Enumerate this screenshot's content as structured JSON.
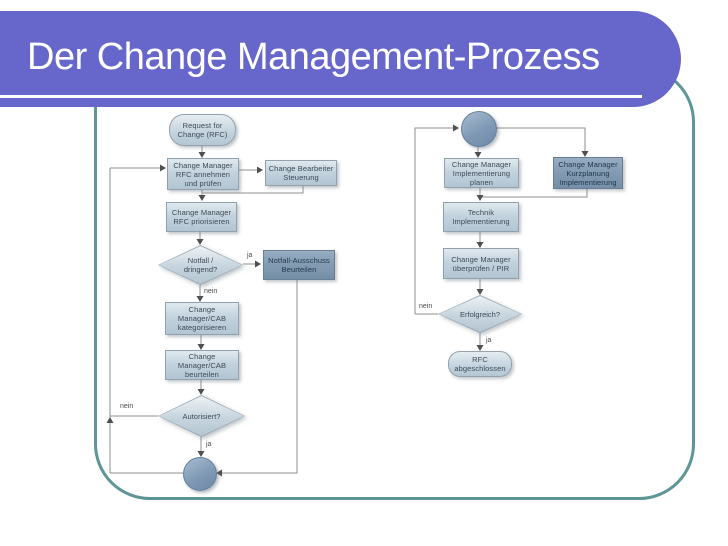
{
  "slide": {
    "title": "Der Change Management-Prozess",
    "colors": {
      "banner_purple": "#6767cb",
      "frame_teal": "#5e9596",
      "underline_white": "#ffffff",
      "node_light_fill": "#c3d3de",
      "node_dark_fill": "#7e98af",
      "connector_gray": "#8f8f8f"
    }
  },
  "diagram": {
    "nodes": {
      "rfc_request": {
        "label": "Request for\nChange (RFC)",
        "type": "terminator"
      },
      "annehmen": {
        "label": "Change Manager\nRFC annehmen\nund prüfen",
        "type": "process"
      },
      "steuerung": {
        "label": "Change Bearbeiter\nSteuerung",
        "type": "process"
      },
      "priorisieren": {
        "label": "Change Manager\nRFC priorisieren",
        "type": "process"
      },
      "notfall_frage": {
        "label": "Notfall /\ndringend?",
        "type": "decision"
      },
      "notfall_ausschuss": {
        "label": "Notfall-Ausschuss\nBeurteilen",
        "type": "process-dark"
      },
      "kategorisieren": {
        "label": "Change\nManager/CAB\nkategorisieren",
        "type": "process"
      },
      "beurteilen": {
        "label": "Change\nManager/CAB\nbeurteilen",
        "type": "process"
      },
      "autorisiert": {
        "label": "Autorisiert?",
        "type": "decision"
      },
      "connector_links": {
        "label": "",
        "type": "connector"
      },
      "connector_rechts": {
        "label": "",
        "type": "connector"
      },
      "impl_planen": {
        "label": "Change Manager\nImplementierung\nplanen",
        "type": "process"
      },
      "kurzplanung": {
        "label": "Change Manager\nKurzplanung\nImplementierung",
        "type": "process-dark"
      },
      "technik": {
        "label": "Technik\nImplementierung",
        "type": "process"
      },
      "ueberpruefen": {
        "label": "Change Manager\nüberprüfen / PIR",
        "type": "process"
      },
      "erfolgreich": {
        "label": "Erfolgreich?",
        "type": "decision"
      },
      "abgeschlossen": {
        "label": "RFC\nabgeschlossen",
        "type": "terminator"
      }
    },
    "edge_labels": {
      "notfall_ja": "ja",
      "notfall_nein": "nein",
      "autorisiert_ja": "ja",
      "autorisiert_nein": "nein",
      "erfolgreich_ja": "ja",
      "erfolgreich_nein": "nein"
    }
  }
}
